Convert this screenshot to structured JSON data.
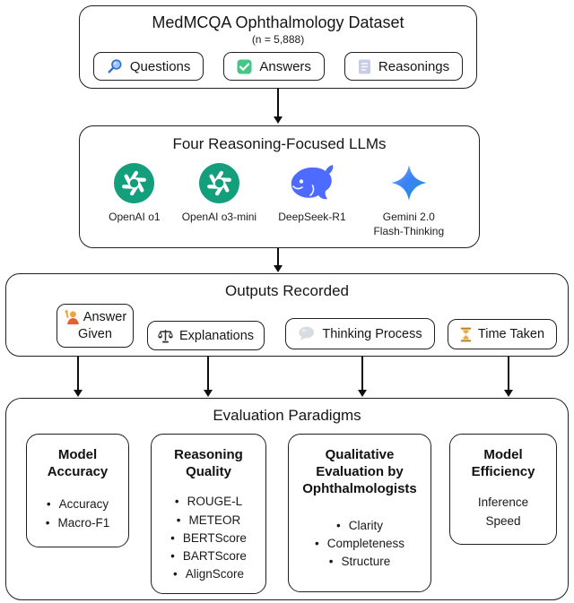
{
  "dataset": {
    "title": "MedMCQA Ophthalmology Dataset",
    "count": "(n = 5,888)",
    "items": [
      {
        "label": "Questions",
        "icon": "magnifier-icon"
      },
      {
        "label": "Answers",
        "icon": "check-icon"
      },
      {
        "label": "Reasonings",
        "icon": "document-icon"
      }
    ]
  },
  "llms": {
    "title": "Four Reasoning-Focused LLMs",
    "models": [
      {
        "label": "OpenAI o1",
        "icon": "openai-logo"
      },
      {
        "label": "OpenAI o3-mini",
        "icon": "openai-logo"
      },
      {
        "label": "DeepSeek-R1",
        "icon": "deepseek-whale-logo"
      },
      {
        "label": "Gemini 2.0 Flash-Thinking",
        "icon": "gemini-star-logo"
      }
    ]
  },
  "outputs": {
    "title": "Outputs Recorded",
    "items": [
      {
        "label": "Answer Given",
        "icon": "person-raising-hand-icon"
      },
      {
        "label": "Explanations",
        "icon": "scales-icon"
      },
      {
        "label": "Thinking Process",
        "icon": "speech-bubble-icon"
      },
      {
        "label": "Time Taken",
        "icon": "hourglass-icon"
      }
    ]
  },
  "evaluation": {
    "title": "Evaluation Paradigms",
    "cards": [
      {
        "title": "Model Accuracy",
        "bullets": [
          "Accuracy",
          "Macro-F1"
        ]
      },
      {
        "title": "Reasoning Quality",
        "bullets": [
          "ROUGE-L",
          "METEOR",
          "BERTScore",
          "BARTScore",
          "AlignScore"
        ]
      },
      {
        "title": "Qualitative Evaluation by Ophthalmologists",
        "bullets": [
          "Clarity",
          "Completeness",
          "Structure"
        ]
      },
      {
        "title": "Model Efficiency",
        "text": "Inference Speed"
      }
    ]
  },
  "colors": {
    "border": "#1f1f1f",
    "openai_green": "#149F7C",
    "deepseek_blue": "#4D6BFE",
    "gemini_blue": "#3B82F6",
    "check_green": "#43C786",
    "magnifier_blue": "#2C6FD2",
    "document_lavender": "#C7CDE4",
    "person_orange": "#E8602C",
    "bubble_gray": "#D8DDE3",
    "hourglass_amber": "#B67E28"
  }
}
